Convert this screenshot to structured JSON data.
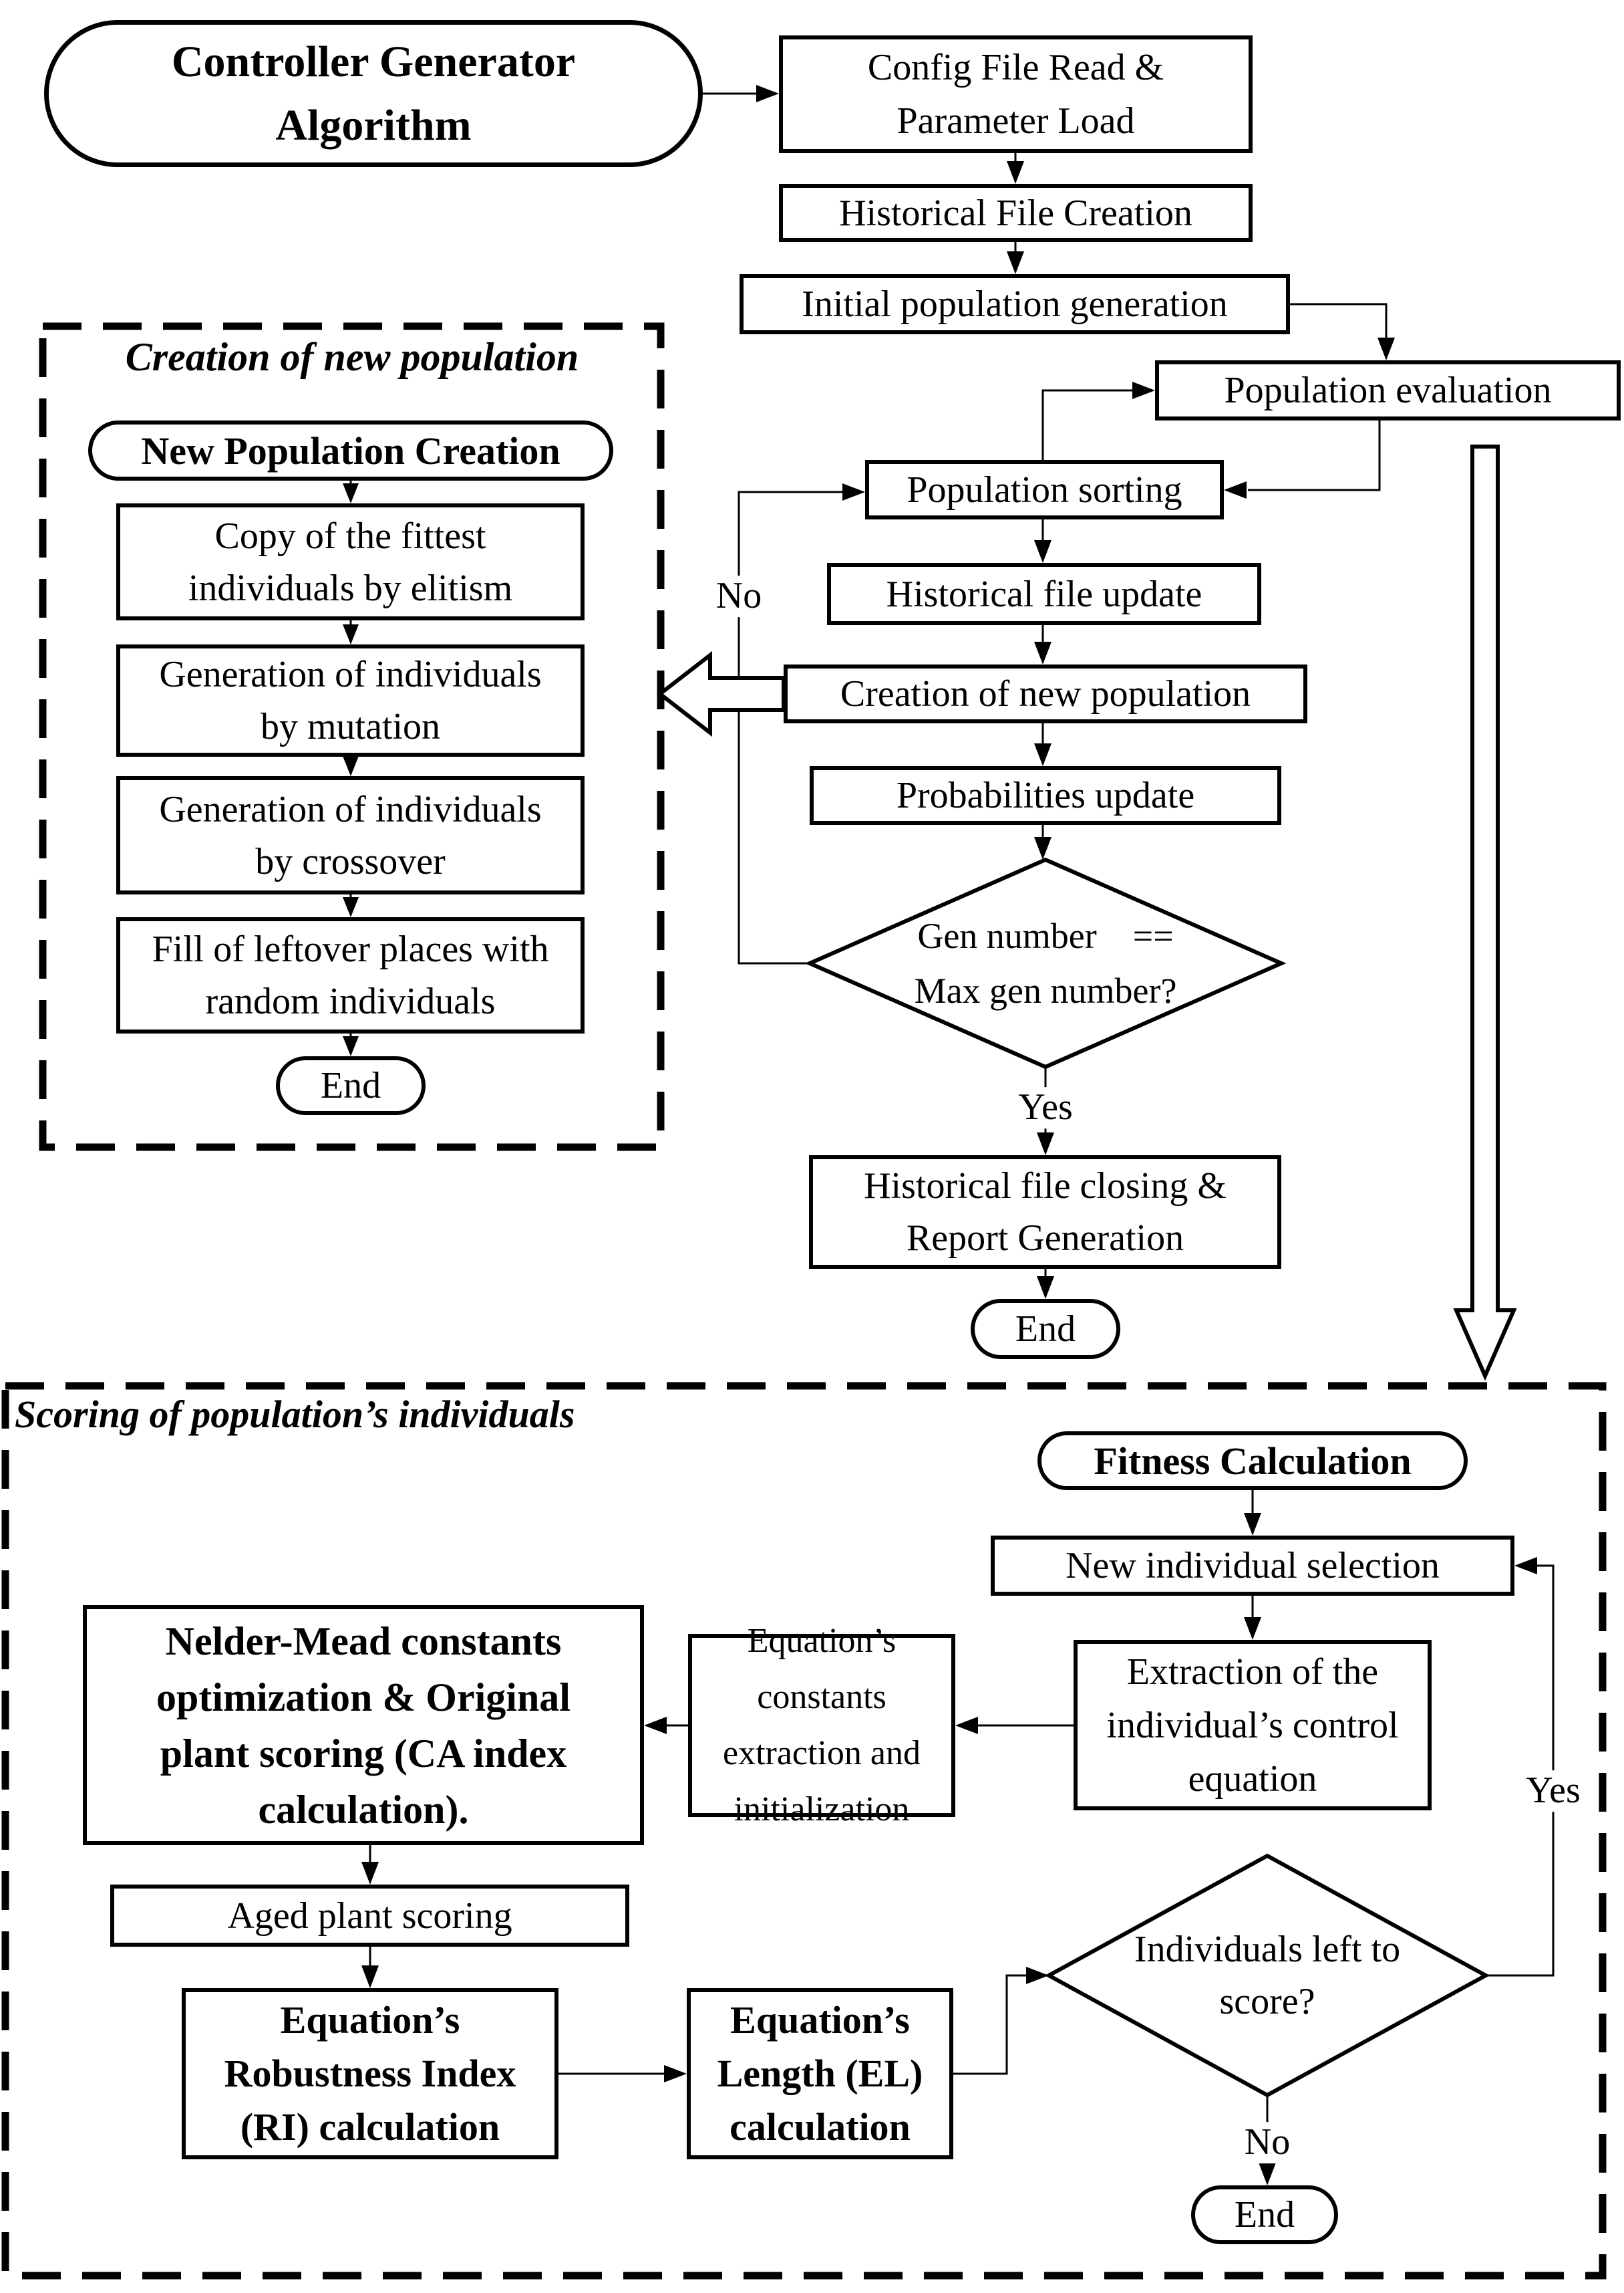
{
  "diagram": {
    "main": {
      "start": "Controller Generator\nAlgorithm",
      "config": "Config File Read &\nParameter Load",
      "hist_creation": "Historical File Creation",
      "initial_population": "Initial population generation",
      "evaluation": "Population evaluation",
      "sorting": "Population sorting",
      "file_update": "Historical file update",
      "new_population": "Creation of new population",
      "probabilities": "Probabilities update",
      "gen_decision": "Gen number    ==\nMax gen number?",
      "yes": "Yes",
      "no": "No",
      "closing": "Historical file closing &\nReport Generation",
      "end": "End"
    },
    "creation_panel": {
      "title": "Creation of new population",
      "start": "New Population Creation",
      "elitism": "Copy of the fittest\nindividuals by elitism",
      "mutation": "Generation of individuals\nby mutation",
      "crossover": "Generation of individuals\nby crossover",
      "fill": "Fill of leftover places with\nrandom individuals",
      "end": "End"
    },
    "scoring_panel": {
      "title": "Scoring of population’s individuals",
      "start": "Fitness Calculation",
      "selection": "New individual selection",
      "extraction": "Extraction of the\nindividual’s control\nequation",
      "constants": "Equation’s constants\nextraction and\ninitialization",
      "nelder_mead": "Nelder-Mead constants\noptimization & Original\nplant scoring (CA index\ncalculation).",
      "aged": "Aged plant scoring",
      "robustness": "Equation’s\nRobustness Index\n(RI) calculation",
      "length": "Equation’s\nLength (EL)\ncalculation",
      "left_decision": "Individuals left to\nscore?",
      "yes": "Yes",
      "no": "No",
      "end": "End"
    }
  }
}
